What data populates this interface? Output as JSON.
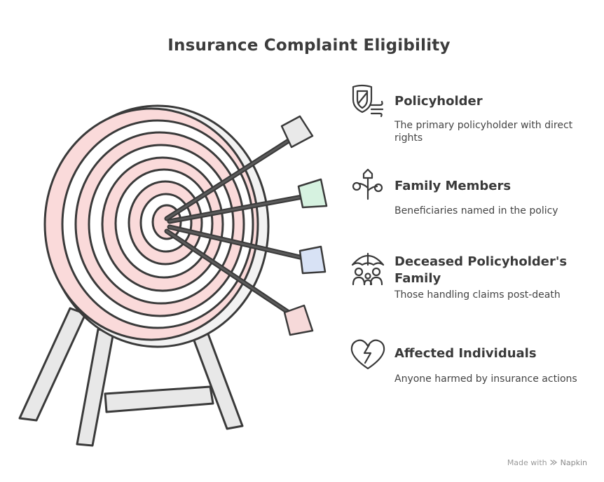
{
  "title": "Insurance Complaint Eligibility",
  "items": [
    {
      "icon": "shield-wind-icon",
      "heading": "Policyholder",
      "description": "The primary policyholder with direct rights"
    },
    {
      "icon": "family-tree-icon",
      "heading": "Family Members",
      "description": "Beneficiaries named in the policy"
    },
    {
      "icon": "umbrella-family-icon",
      "heading": "Deceased Policyholder's Family",
      "description": "Those handling claims post-death"
    },
    {
      "icon": "broken-heart-icon",
      "heading": "Affected Individuals",
      "description": "Anyone harmed by insurance actions"
    }
  ],
  "footer": {
    "made_with": "Made with",
    "brand": "Napkin"
  },
  "colors": {
    "ring_pink": "#f9cfcf",
    "outline": "#3a3a3a",
    "leg_gray": "#e6e6e6",
    "fletching_gray": "#e9e9e9",
    "fletching_green": "#d6f2e0",
    "fletching_blue": "#d8e2f5",
    "fletching_pink": "#f6d9d9"
  }
}
